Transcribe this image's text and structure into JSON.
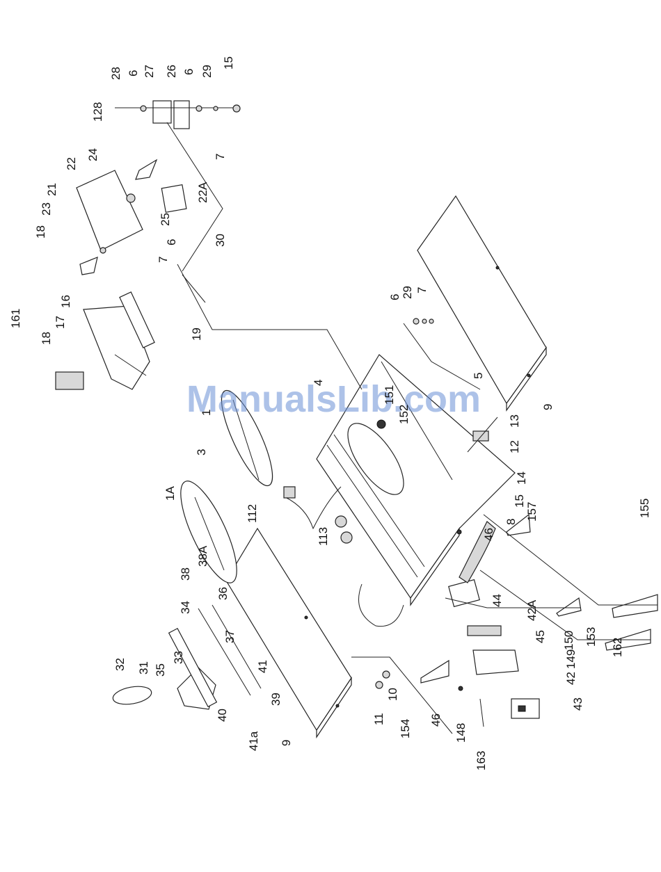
{
  "watermark": "ManualsLib.com",
  "callouts": [
    "1",
    "1A",
    "3",
    "4",
    "5",
    "6",
    "7",
    "8",
    "9",
    "10",
    "11",
    "12",
    "13",
    "14",
    "15",
    "16",
    "17",
    "18",
    "19",
    "21",
    "22",
    "22A",
    "23",
    "24",
    "25",
    "26",
    "27",
    "28",
    "29",
    "30",
    "31",
    "32",
    "33",
    "34",
    "35",
    "36",
    "37",
    "38",
    "38A",
    "39",
    "40",
    "41",
    "41a",
    "42",
    "42A",
    "43",
    "44",
    "45",
    "46",
    "112",
    "113",
    "128",
    "148",
    "149",
    "150",
    "151",
    "152",
    "153",
    "154",
    "155",
    "157",
    "161",
    "162",
    "163"
  ]
}
